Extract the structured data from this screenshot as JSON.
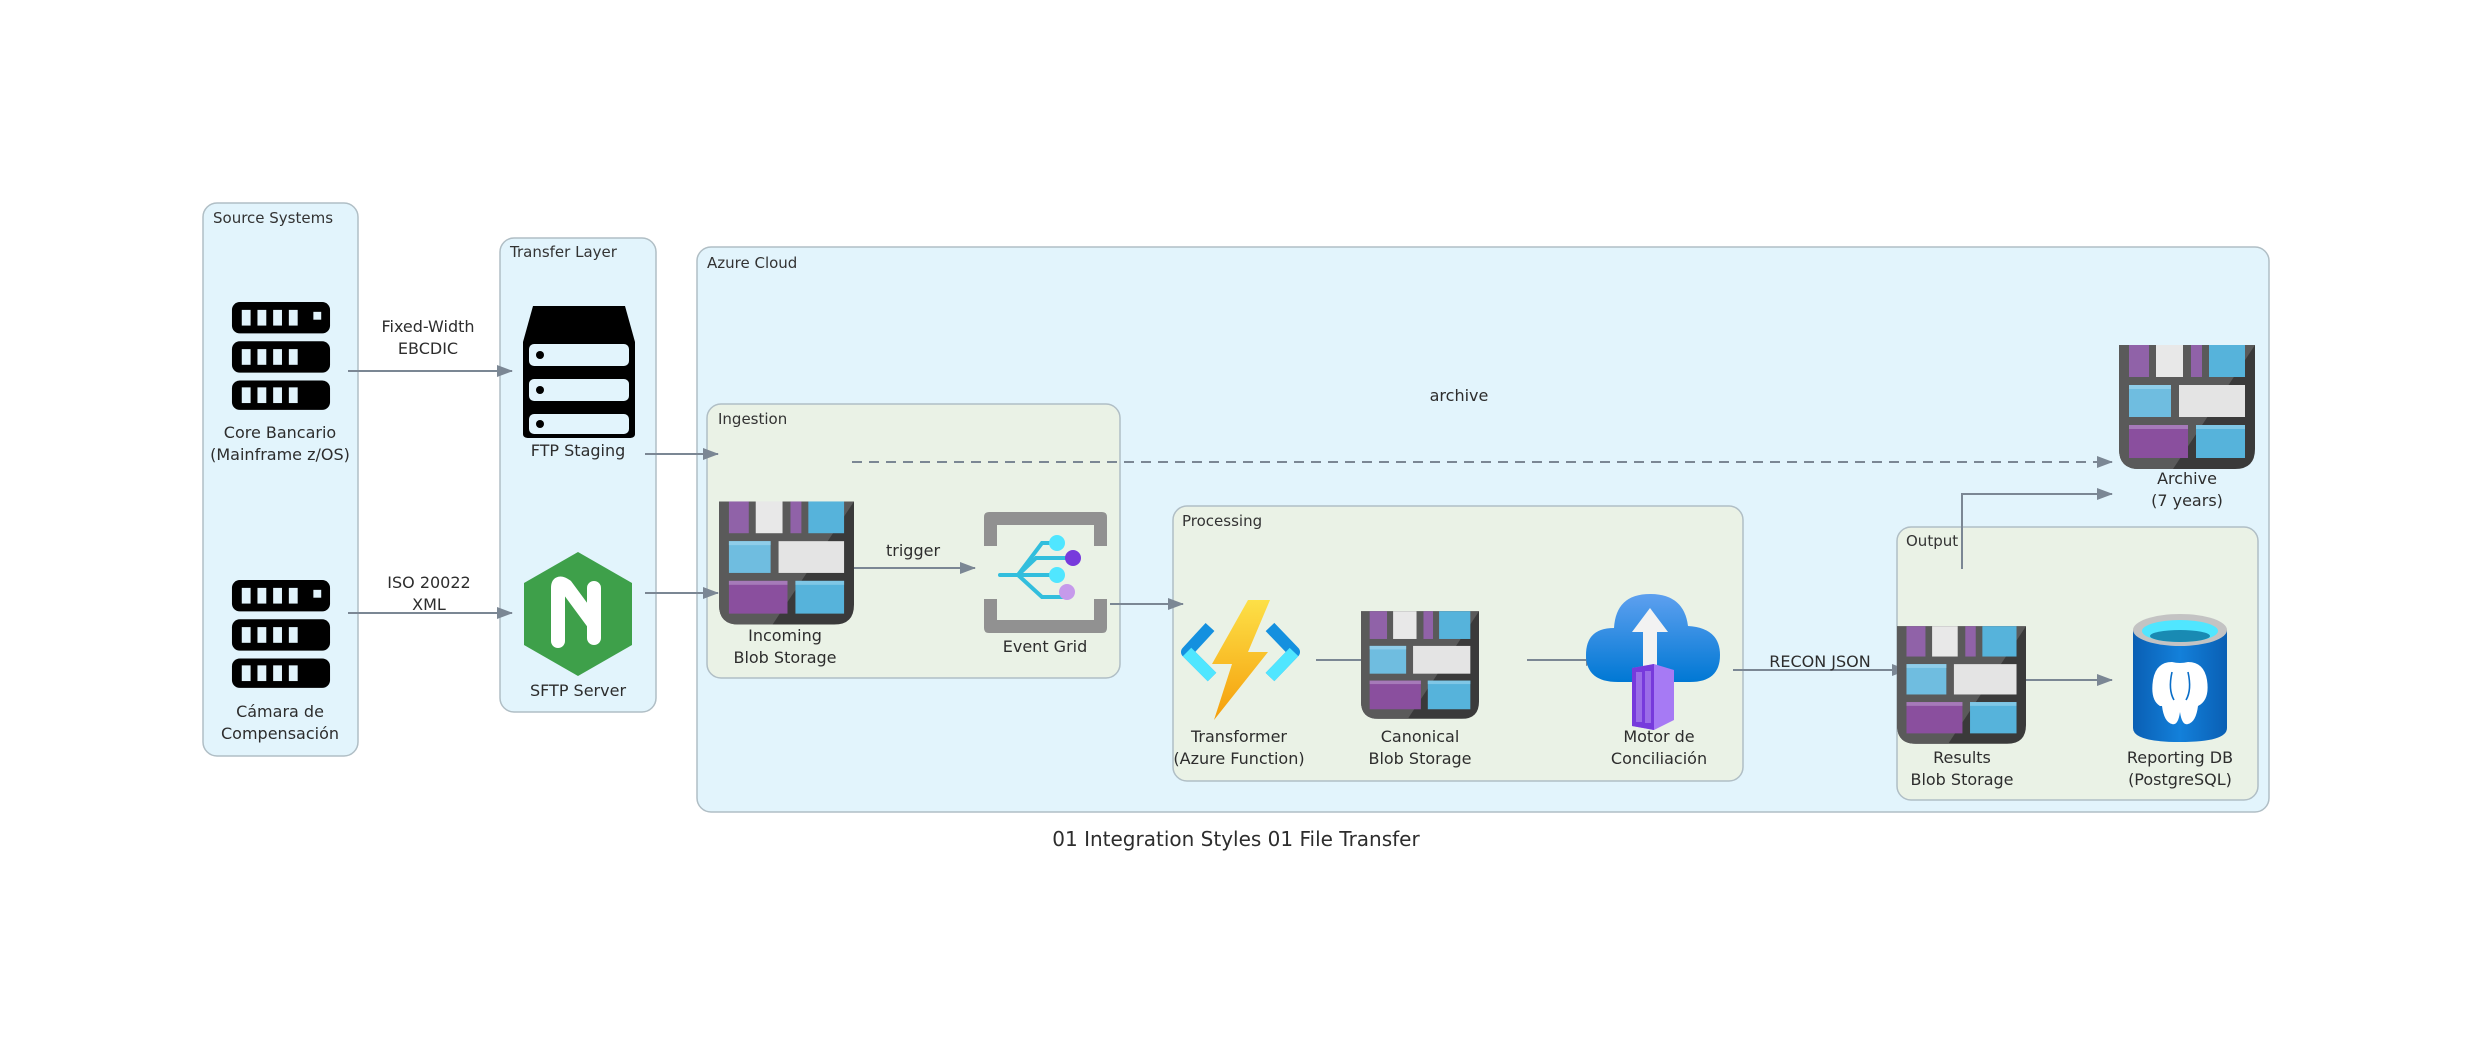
{
  "title": "01 Integration Styles 01 File Transfer",
  "colors": {
    "cluster_blue_fill": "#e2f4fc",
    "cluster_green_fill": "#eaf2e6",
    "cluster_border": "#b0bec5",
    "edge": "#7b8794",
    "nginx_green": "#3ea04a",
    "blob_purple": "#8a4f9e",
    "blob_blue": "#5ab5db",
    "function_yellow": "#fcc419",
    "postgres_blue": "#0a6ec8"
  },
  "clusters": {
    "source_systems": "Source Systems",
    "transfer_layer": "Transfer Layer",
    "azure_cloud": "Azure Cloud",
    "ingestion": "Ingestion",
    "processing": "Processing",
    "output": "Output"
  },
  "nodes": {
    "core_bancario": {
      "icon": "server-rack-icon",
      "line1": "Core Bancario",
      "line2": "(Mainframe z/OS)"
    },
    "camara": {
      "icon": "server-rack-icon",
      "line1": "Cámara de",
      "line2": "Compensación"
    },
    "ftp_staging": {
      "icon": "storage-stack-icon",
      "line1": "FTP Staging"
    },
    "sftp_server": {
      "icon": "nginx-icon",
      "line1": "SFTP Server"
    },
    "incoming_blob": {
      "icon": "blob-storage-icon",
      "line1": "Incoming",
      "line2": "Blob Storage"
    },
    "event_grid": {
      "icon": "event-grid-icon",
      "line1": "Event Grid"
    },
    "transformer": {
      "icon": "azure-function-icon",
      "line1": "Transformer",
      "line2": "(Azure Function)"
    },
    "canonical_blob": {
      "icon": "blob-storage-icon",
      "line1": "Canonical",
      "line2": "Blob Storage"
    },
    "motor": {
      "icon": "container-app-icon",
      "line1": "Motor de",
      "line2": "Conciliación"
    },
    "archive": {
      "icon": "blob-storage-icon",
      "line1": "Archive",
      "line2": "(7 years)"
    },
    "results_blob": {
      "icon": "blob-storage-icon",
      "line1": "Results",
      "line2": "Blob Storage"
    },
    "reporting_db": {
      "icon": "postgresql-icon",
      "line1": "Reporting DB",
      "line2": "(PostgreSQL)"
    }
  },
  "edges": [
    {
      "from": "Core Bancario",
      "to": "FTP Staging",
      "label_line1": "Fixed-Width",
      "label_line2": "EBCDIC",
      "style": "solid"
    },
    {
      "from": "Cámara de Compensación",
      "to": "SFTP Server",
      "label_line1": "ISO 20022",
      "label_line2": "XML",
      "style": "solid"
    },
    {
      "from": "FTP Staging",
      "to": "Ingestion",
      "label_line1": "",
      "style": "solid"
    },
    {
      "from": "SFTP Server",
      "to": "Incoming Blob Storage",
      "label_line1": "",
      "style": "solid"
    },
    {
      "from": "Incoming Blob Storage",
      "to": "Event Grid",
      "label_line1": "trigger",
      "style": "solid"
    },
    {
      "from": "Event Grid",
      "to": "Processing",
      "label_line1": "",
      "style": "solid"
    },
    {
      "from": "Ingestion",
      "to": "Archive",
      "label_line1": "archive",
      "style": "dashed"
    },
    {
      "from": "Transformer",
      "to": "Canonical Blob Storage",
      "label_line1": "",
      "style": "solid"
    },
    {
      "from": "Canonical Blob Storage",
      "to": "Motor de Conciliación",
      "label_line1": "",
      "style": "solid"
    },
    {
      "from": "Motor de Conciliación",
      "to": "Results Blob Storage",
      "label_line1": "RECON JSON",
      "style": "solid"
    },
    {
      "from": "Results Blob Storage",
      "to": "Reporting DB",
      "label_line1": "",
      "style": "solid"
    },
    {
      "from": "Output",
      "to": "Archive",
      "label_line1": "",
      "style": "solid"
    }
  ]
}
